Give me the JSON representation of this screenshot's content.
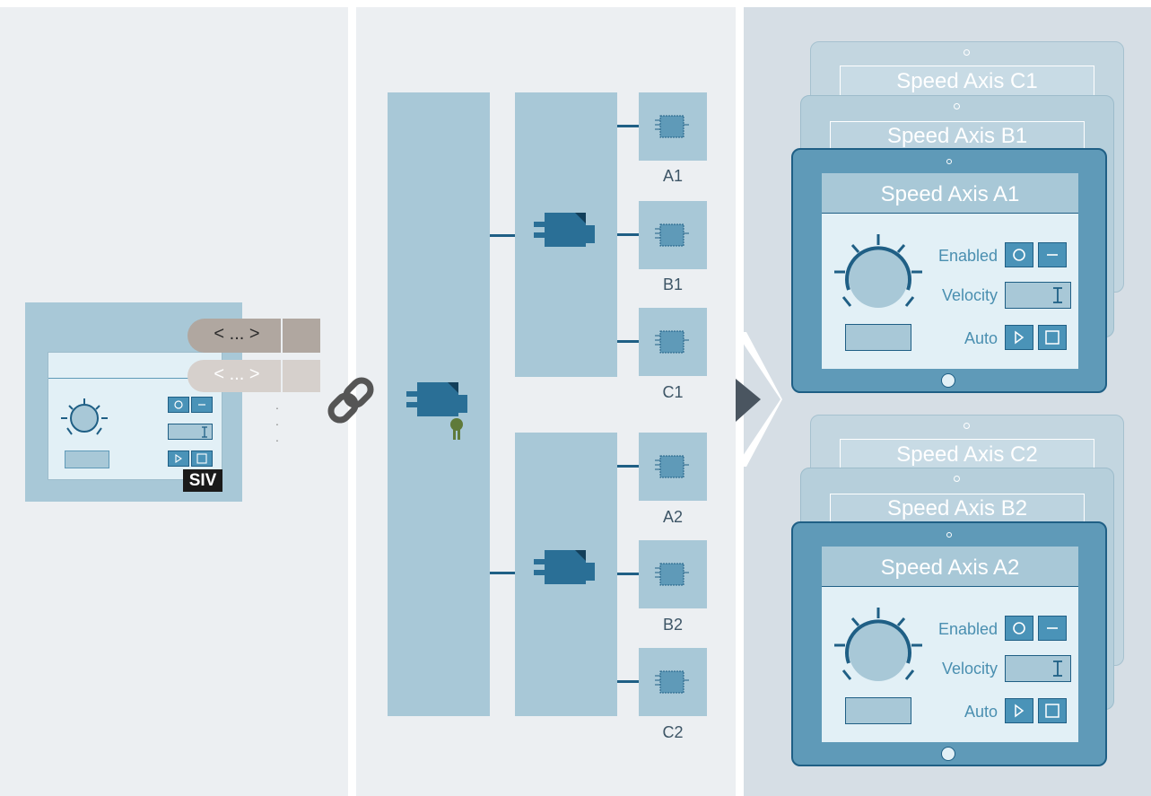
{
  "left_panel": {
    "pill_primary": "< ... >",
    "pill_secondary": "< ... >",
    "badge": "SIV",
    "ellipsis": "."
  },
  "modules_group1": [
    "A1",
    "B1",
    "C1"
  ],
  "modules_group2": [
    "A2",
    "B2",
    "C2"
  ],
  "faceplates_group1": {
    "back2_title": "Speed Axis C1",
    "back1_title": "Speed Axis B1",
    "front_title": "Speed Axis A1",
    "enabled_label": "Enabled",
    "velocity_label": "Velocity",
    "auto_label": "Auto"
  },
  "faceplates_group2": {
    "back2_title": "Speed Axis C2",
    "back1_title": "Speed Axis B2",
    "front_title": "Speed Axis A2",
    "enabled_label": "Enabled",
    "velocity_label": "Velocity",
    "auto_label": "Auto"
  },
  "colors": {
    "panel_bg": "#eceff2",
    "right_panel_bg": "#d6dee5",
    "block_light": "#a8c8d7",
    "block_dark": "#2a6f96",
    "tablet_frame": "#5f9ab8",
    "tablet_border": "#1f5f85",
    "screen_bg": "#e2f0f6",
    "pill_dark": "#b0a7a0",
    "pill_light": "#d6d0cc",
    "award_green": "#5f7a3a"
  },
  "icons": [
    "chain-link-icon",
    "function-block-icon",
    "award-ribbon-icon",
    "module-chip-icon",
    "arrow-right-icon",
    "knob-icon",
    "circle-icon",
    "dash-icon",
    "cursor-icon",
    "play-icon",
    "stop-icon"
  ]
}
